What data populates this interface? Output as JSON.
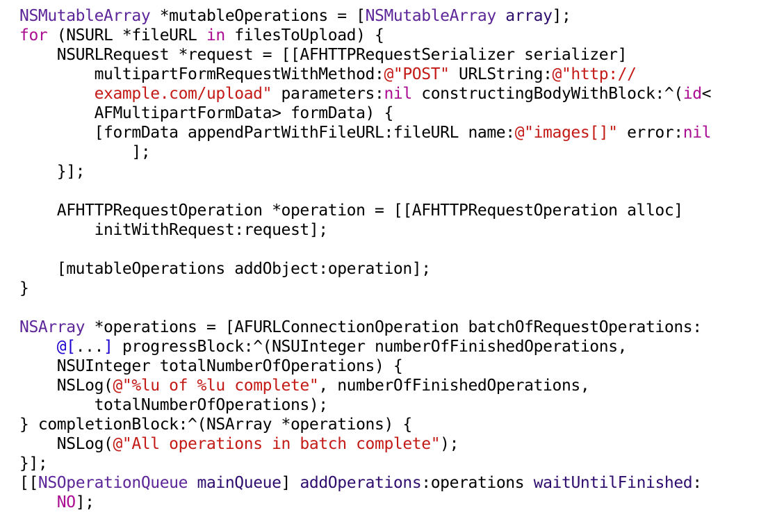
{
  "editor": {
    "lines": [
      [
        {
          "t": "NSMutableArray",
          "k": "class"
        },
        {
          "t": " *mutableOperations = [",
          "k": "plain"
        },
        {
          "t": "NSMutableArray",
          "k": "class"
        },
        {
          "t": " ",
          "k": "plain"
        },
        {
          "t": "array",
          "k": "method"
        },
        {
          "t": "];",
          "k": "plain"
        }
      ],
      [
        {
          "t": "for",
          "k": "keyword"
        },
        {
          "t": " (NSURL *fileURL ",
          "k": "plain"
        },
        {
          "t": "in",
          "k": "keyword"
        },
        {
          "t": " filesToUpload) {",
          "k": "plain"
        }
      ],
      [
        {
          "t": "    NSURLRequest *request = [[AFHTTPRequestSerializer serializer]",
          "k": "plain"
        }
      ],
      [
        {
          "t": "        multipartFormRequestWithMethod:",
          "k": "plain"
        },
        {
          "t": "@\"POST\"",
          "k": "string"
        },
        {
          "t": " URLString:",
          "k": "plain"
        },
        {
          "t": "@\"http://",
          "k": "string"
        }
      ],
      [
        {
          "t": "        example.com/upload\"",
          "k": "string"
        },
        {
          "t": " parameters:",
          "k": "plain"
        },
        {
          "t": "nil",
          "k": "keyword"
        },
        {
          "t": " constructingBodyWithBlock:^(",
          "k": "plain"
        },
        {
          "t": "id",
          "k": "keyword"
        },
        {
          "t": "<",
          "k": "plain"
        }
      ],
      [
        {
          "t": "        AFMultipartFormData> formData) {",
          "k": "plain"
        }
      ],
      [
        {
          "t": "        [formData appendPartWithFileURL:fileURL name:",
          "k": "plain"
        },
        {
          "t": "@\"images[]\"",
          "k": "string"
        },
        {
          "t": " error:",
          "k": "plain"
        },
        {
          "t": "nil",
          "k": "keyword"
        }
      ],
      [
        {
          "t": "            ];",
          "k": "plain"
        }
      ],
      [
        {
          "t": "    }];",
          "k": "plain"
        }
      ],
      [
        {
          "t": "",
          "k": "plain"
        }
      ],
      [
        {
          "t": "    AFHTTPRequestOperation *operation = [[AFHTTPRequestOperation alloc]",
          "k": "plain"
        }
      ],
      [
        {
          "t": "        initWithRequest:request];",
          "k": "plain"
        }
      ],
      [
        {
          "t": "",
          "k": "plain"
        }
      ],
      [
        {
          "t": "    [mutableOperations addObject:operation];",
          "k": "plain"
        }
      ],
      [
        {
          "t": "}",
          "k": "plain"
        }
      ],
      [
        {
          "t": "",
          "k": "plain"
        }
      ],
      [
        {
          "t": "NSArray",
          "k": "class"
        },
        {
          "t": " *operations = [AFURLConnectionOperation batchOfRequestOperations:",
          "k": "plain"
        }
      ],
      [
        {
          "t": "    ",
          "k": "plain"
        },
        {
          "t": "@[",
          "k": "literal"
        },
        {
          "t": "...",
          "k": "plain"
        },
        {
          "t": "]",
          "k": "literal"
        },
        {
          "t": " progressBlock:^(NSUInteger numberOfFinishedOperations,",
          "k": "plain"
        }
      ],
      [
        {
          "t": "    NSUInteger totalNumberOfOperations) {",
          "k": "plain"
        }
      ],
      [
        {
          "t": "    NSLog(",
          "k": "plain"
        },
        {
          "t": "@\"%lu of %lu complete\"",
          "k": "string"
        },
        {
          "t": ", numberOfFinishedOperations,",
          "k": "plain"
        }
      ],
      [
        {
          "t": "        totalNumberOfOperations);",
          "k": "plain"
        }
      ],
      [
        {
          "t": "} completionBlock:^(NSArray *operations) {",
          "k": "plain"
        }
      ],
      [
        {
          "t": "    NSLog(",
          "k": "plain"
        },
        {
          "t": "@\"All operations in batch complete\"",
          "k": "string"
        },
        {
          "t": ");",
          "k": "plain"
        }
      ],
      [
        {
          "t": "}];",
          "k": "plain"
        }
      ],
      [
        {
          "t": "[[",
          "k": "plain"
        },
        {
          "t": "NSOperationQueue",
          "k": "class"
        },
        {
          "t": " ",
          "k": "plain"
        },
        {
          "t": "mainQueue",
          "k": "method"
        },
        {
          "t": "] ",
          "k": "plain"
        },
        {
          "t": "addOperations",
          "k": "method"
        },
        {
          "t": ":operations ",
          "k": "plain"
        },
        {
          "t": "waitUntilFinished",
          "k": "method"
        },
        {
          "t": ":",
          "k": "plain"
        }
      ],
      [
        {
          "t": "    ",
          "k": "plain"
        },
        {
          "t": "NO",
          "k": "keyword"
        },
        {
          "t": "];",
          "k": "plain"
        }
      ]
    ]
  },
  "colors": {
    "plain": "#000000",
    "class": "#5c2699",
    "method": "#2e0d6e",
    "keyword": "#aa0d91",
    "string": "#c41a16",
    "literal": "#1c00cf",
    "background": "#ffffff"
  }
}
